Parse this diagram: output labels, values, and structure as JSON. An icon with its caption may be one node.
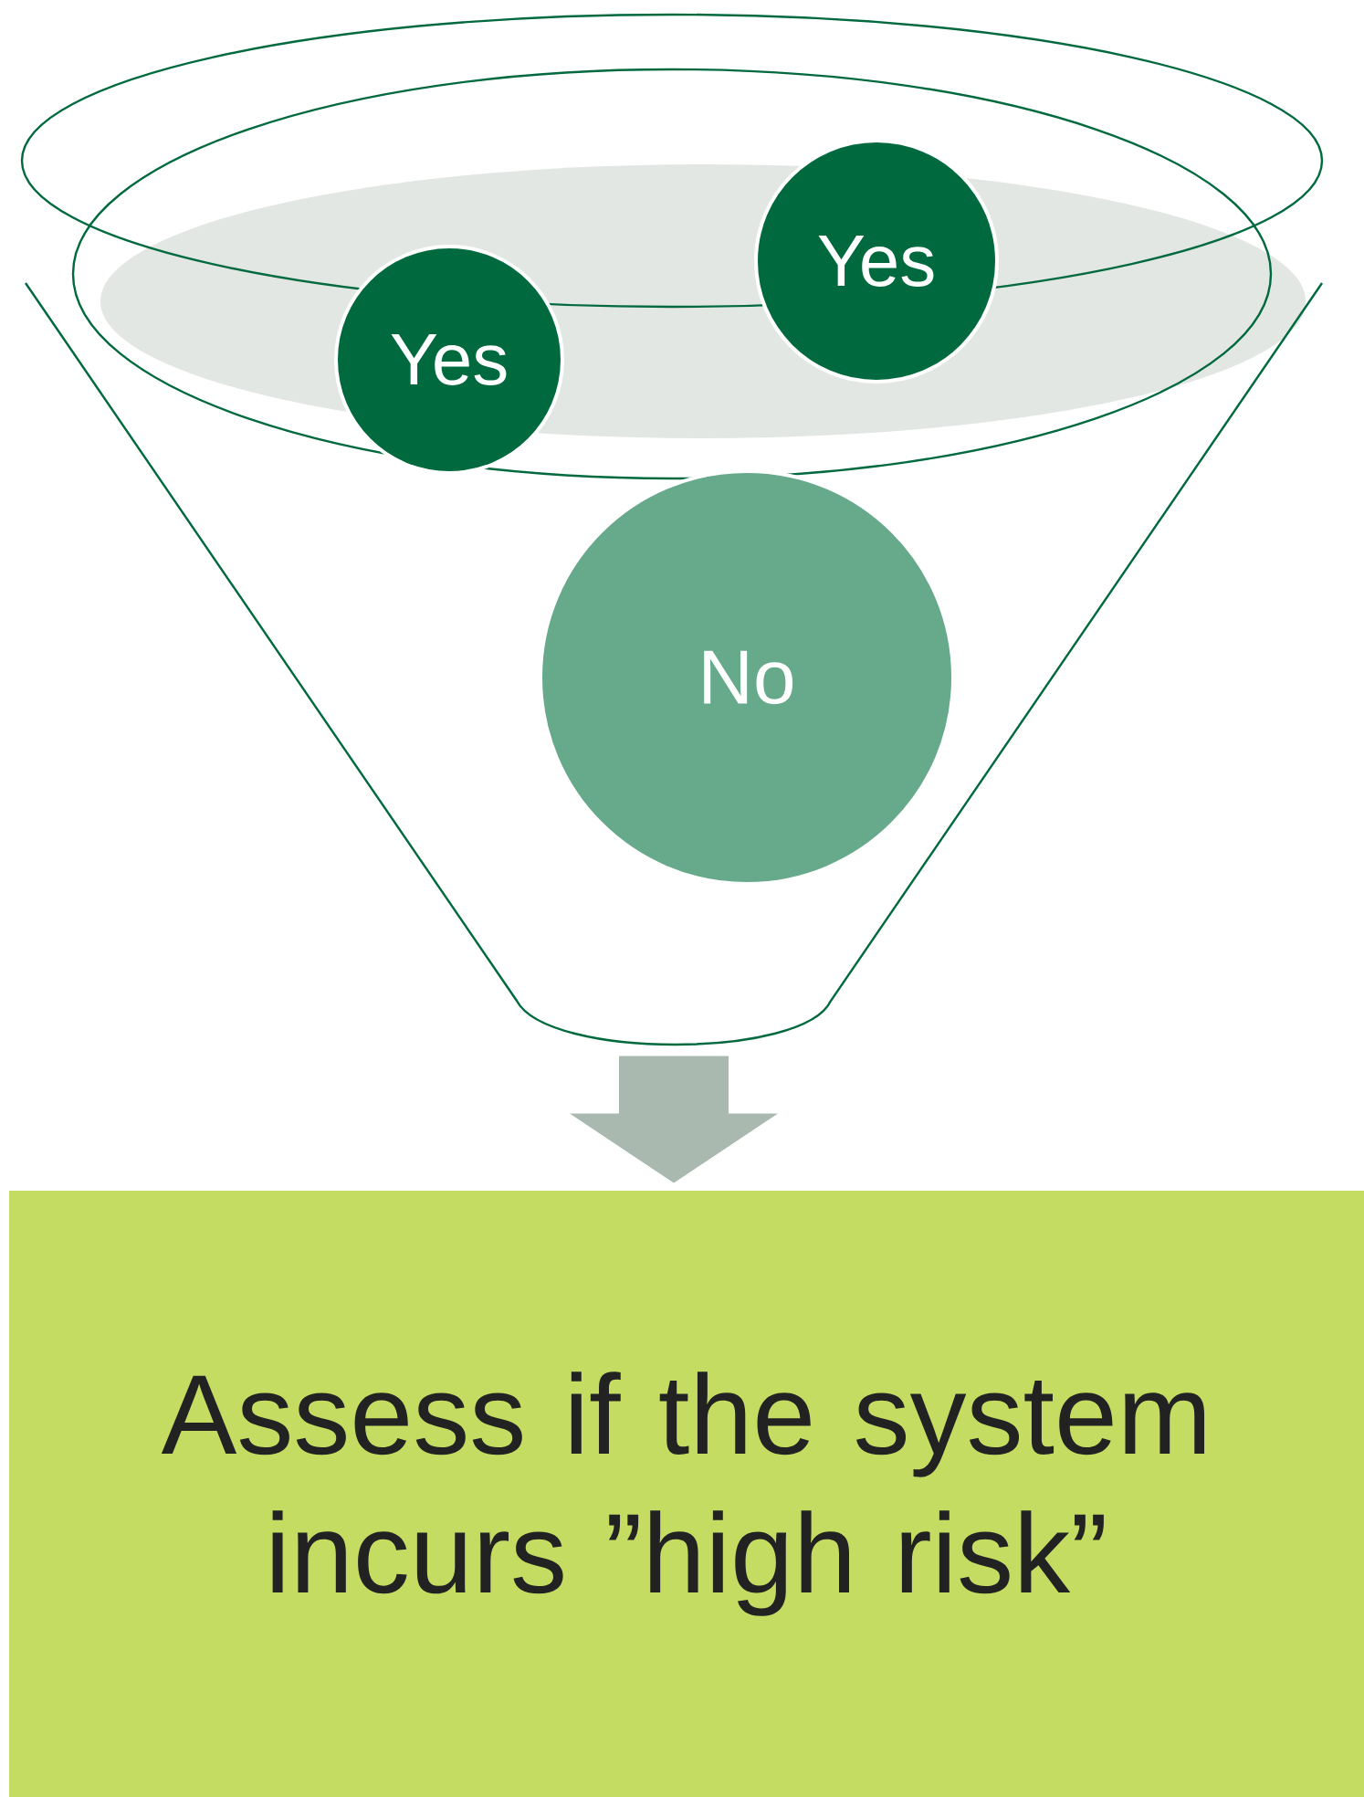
{
  "diagram": {
    "nodes": [
      {
        "text": [],
        "shape": "funnel"
      },
      {
        "text": [
          "Yes"
        ],
        "in": 0
      },
      {
        "text": [
          "Yes"
        ],
        "in": 0
      },
      {
        "text": [
          "No"
        ],
        "in": 0
      },
      {
        "text": [
          "Assess if the system incurs ”high risk”"
        ]
      }
    ],
    "edges": [
      {
        "from": 0,
        "to": 4,
        "arrow": "to",
        "style": "thick"
      }
    ]
  }
}
